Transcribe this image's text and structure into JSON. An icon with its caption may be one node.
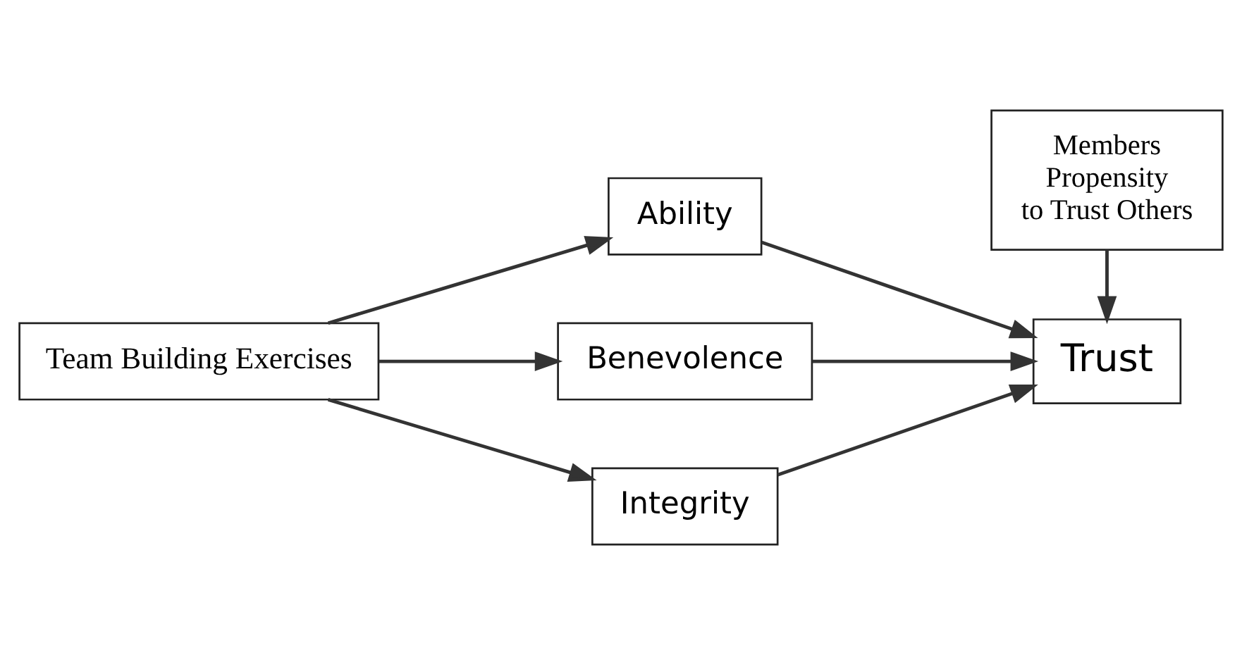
{
  "diagram": {
    "nodes": [
      {
        "text": [
          "Team Building Exercises"
        ]
      },
      {
        "text": [
          "Ability"
        ]
      },
      {
        "text": [
          "Benevolence"
        ]
      },
      {
        "text": [
          "Integrity"
        ]
      },
      {
        "text": [
          "Trust"
        ]
      },
      {
        "text": [
          "Members Propensity to Trust Others"
        ]
      }
    ],
    "edges": [
      {
        "from": 0,
        "to": 1,
        "arrow": "to"
      },
      {
        "from": 0,
        "to": 2,
        "arrow": "to"
      },
      {
        "from": 0,
        "to": 3,
        "arrow": "to"
      },
      {
        "from": 1,
        "to": 4,
        "arrow": "to"
      },
      {
        "from": 2,
        "to": 4,
        "arrow": "to"
      },
      {
        "from": 3,
        "to": 4,
        "arrow": "to"
      },
      {
        "from": 5,
        "to": 4,
        "arrow": "to"
      }
    ]
  }
}
